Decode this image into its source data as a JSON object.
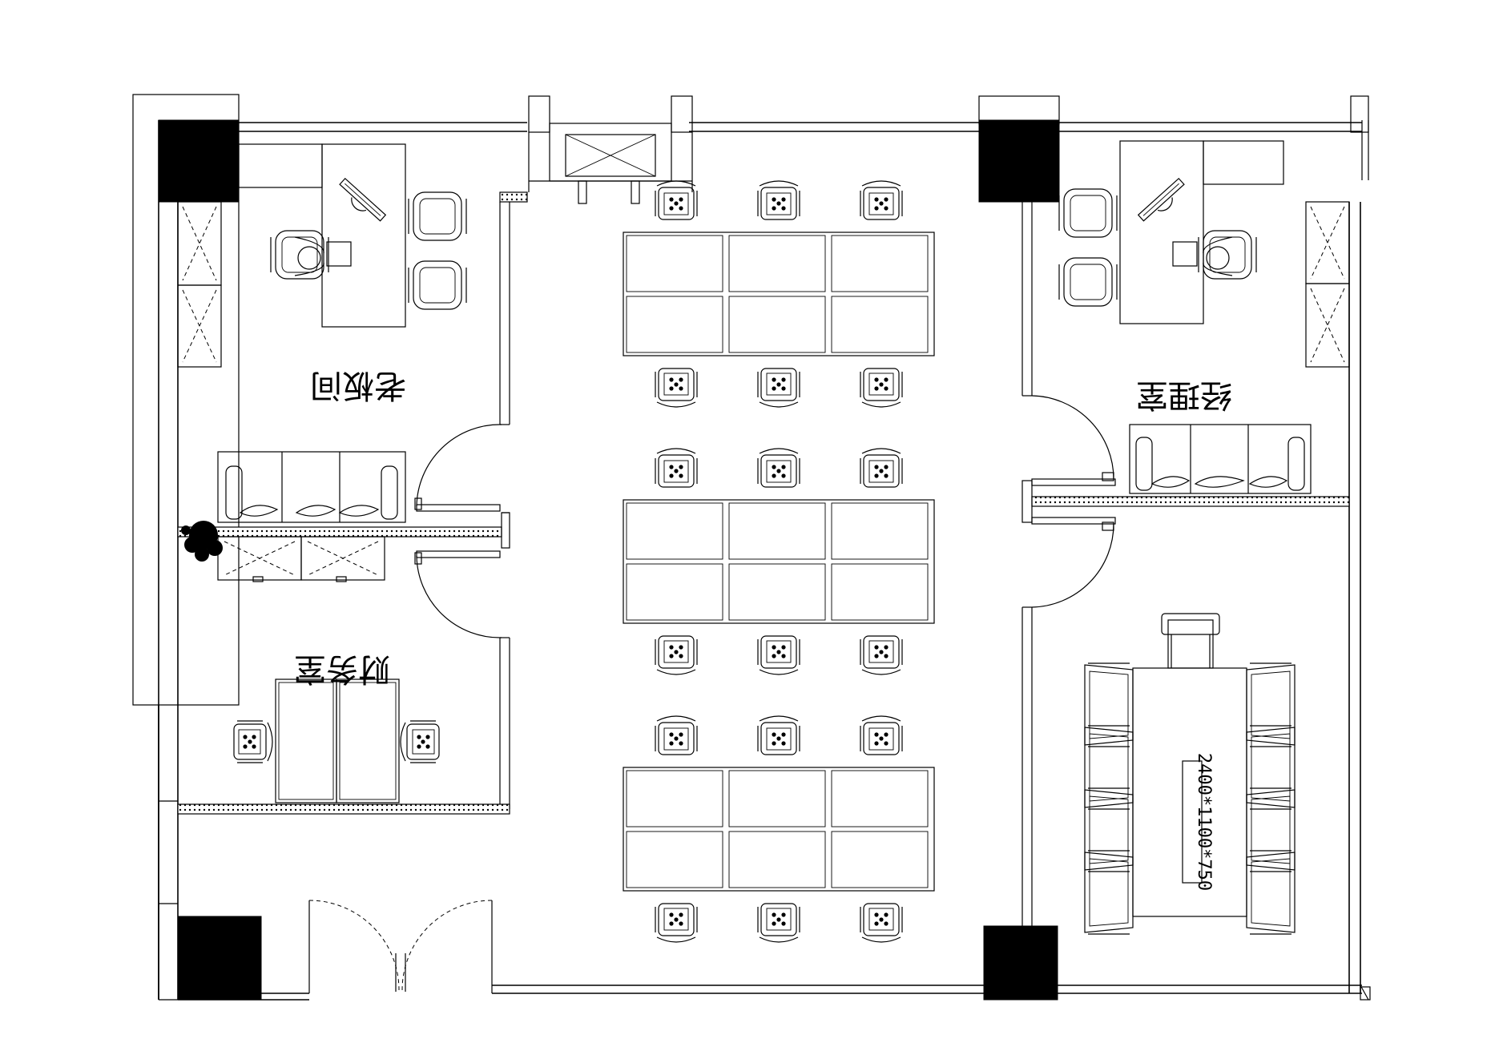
{
  "rooms": {
    "boss_office": "老板间",
    "manager_office": "经理室",
    "finance_office": "财务室"
  },
  "meeting_table": {
    "dimension_label": "2400*1100*750"
  }
}
